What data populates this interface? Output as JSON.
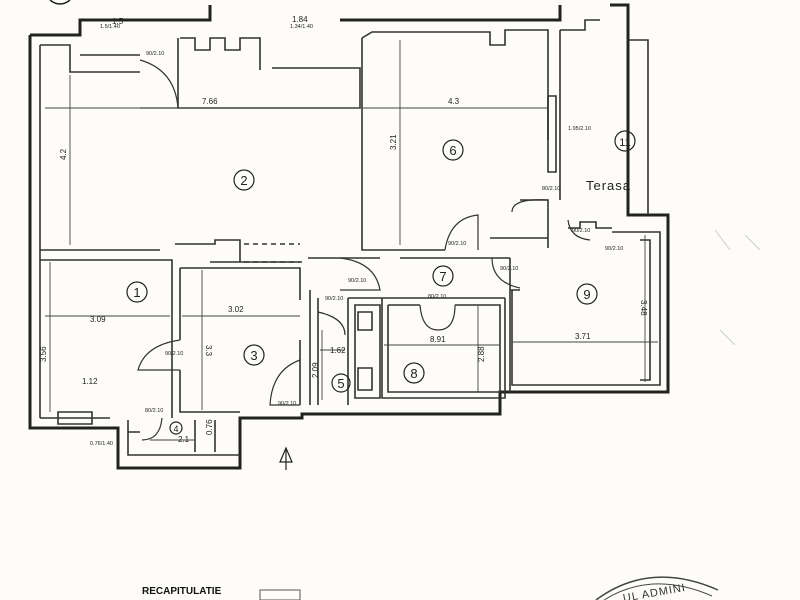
{
  "dimensions": {
    "d_7_66": "7.66",
    "d_4_3": "4.3",
    "d_4_2": "4.2",
    "d_3_21": "3.21",
    "d_3_09": "3.09",
    "d_3_56": "3.56",
    "d_3_02": "3.02",
    "d_3_3": "3.3",
    "d_2_1": "2.1",
    "d_1_62": "1.62",
    "d_2_09": "2.09",
    "d_8_91": "8.91",
    "d_2_88": "2.88",
    "d_3_71": "3.71",
    "d_3_48": "3.48",
    "d_1_5": "1.5",
    "d_1_84": "1.84",
    "d_1_12": "1.12",
    "d_0_76": "0.76"
  },
  "rooms": {
    "r1": "1",
    "r2": "2",
    "r3": "3",
    "r4": "4",
    "r5": "5",
    "r6": "6",
    "r7": "7",
    "r8": "8",
    "r9": "9",
    "r11": "11"
  },
  "labels": {
    "terrace": "Terasa",
    "recap_title": "RECAPITULATIE",
    "stamp": "UL ADMINI"
  }
}
